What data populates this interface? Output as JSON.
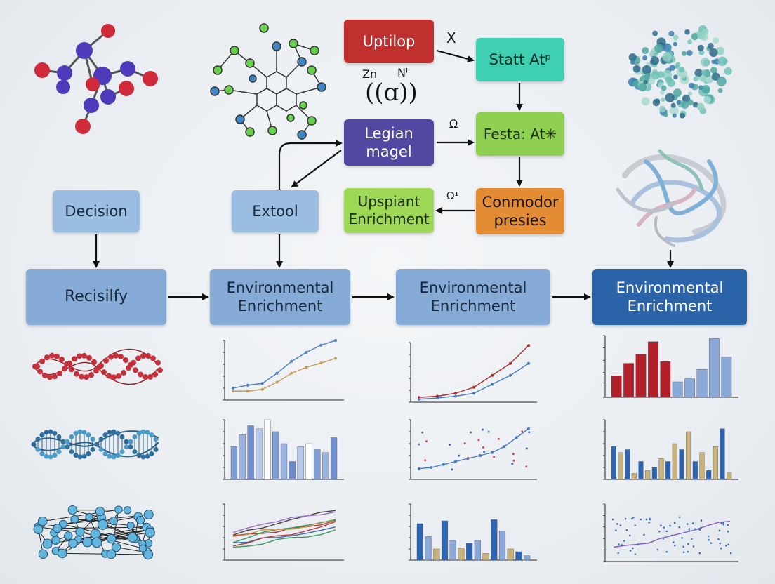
{
  "flow": {
    "uptilop": "Uptilop",
    "statt": "Statt Atᵖ",
    "legian": "Legian\nmagel",
    "festa": "Festa: At✳",
    "upspiant": "Upspiant\nEnrichment",
    "conmodor": "Conmodor\npresies",
    "decision": "Decision",
    "extool": "Extool",
    "recisilfy": "Recisilfy",
    "env1": "Environmental\nEnrichment",
    "env2": "Environmental\nEnrichment",
    "env3": "Environmental\nEnrichment"
  },
  "annotations": {
    "x_mark": "X",
    "zn": "Zn",
    "nt": "Nᴵᴵ",
    "paren_a": "((ɑ))",
    "omega1": "Ω",
    "omega2": "Ω¹"
  },
  "colors": {
    "red_node": "#d02b3a",
    "purple_node": "#4d3bbb",
    "green_node": "#67d04c",
    "blue_node": "#3f86c6",
    "bar_blue": "#2d64b1",
    "bar_tan": "#c9b279",
    "bar_red": "#b11f28",
    "bar_light": "#8aa9d8"
  }
}
